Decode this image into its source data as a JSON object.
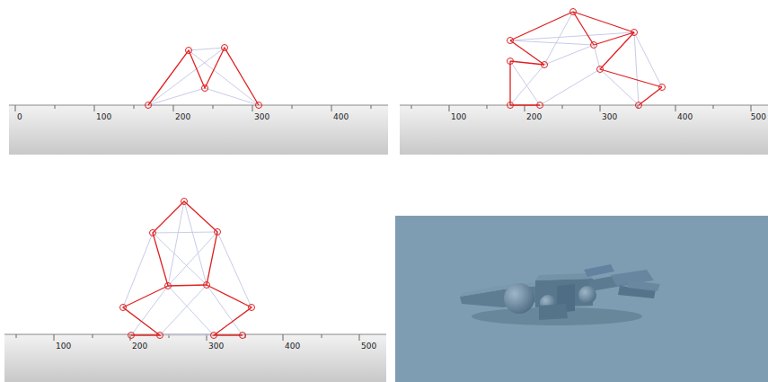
{
  "diagram": {
    "labels": [
      "0",
      "100",
      "200",
      "300",
      "400",
      "100",
      "200",
      "300",
      "400",
      "500",
      "100",
      "200",
      "300",
      "400",
      "500"
    ]
  }
}
